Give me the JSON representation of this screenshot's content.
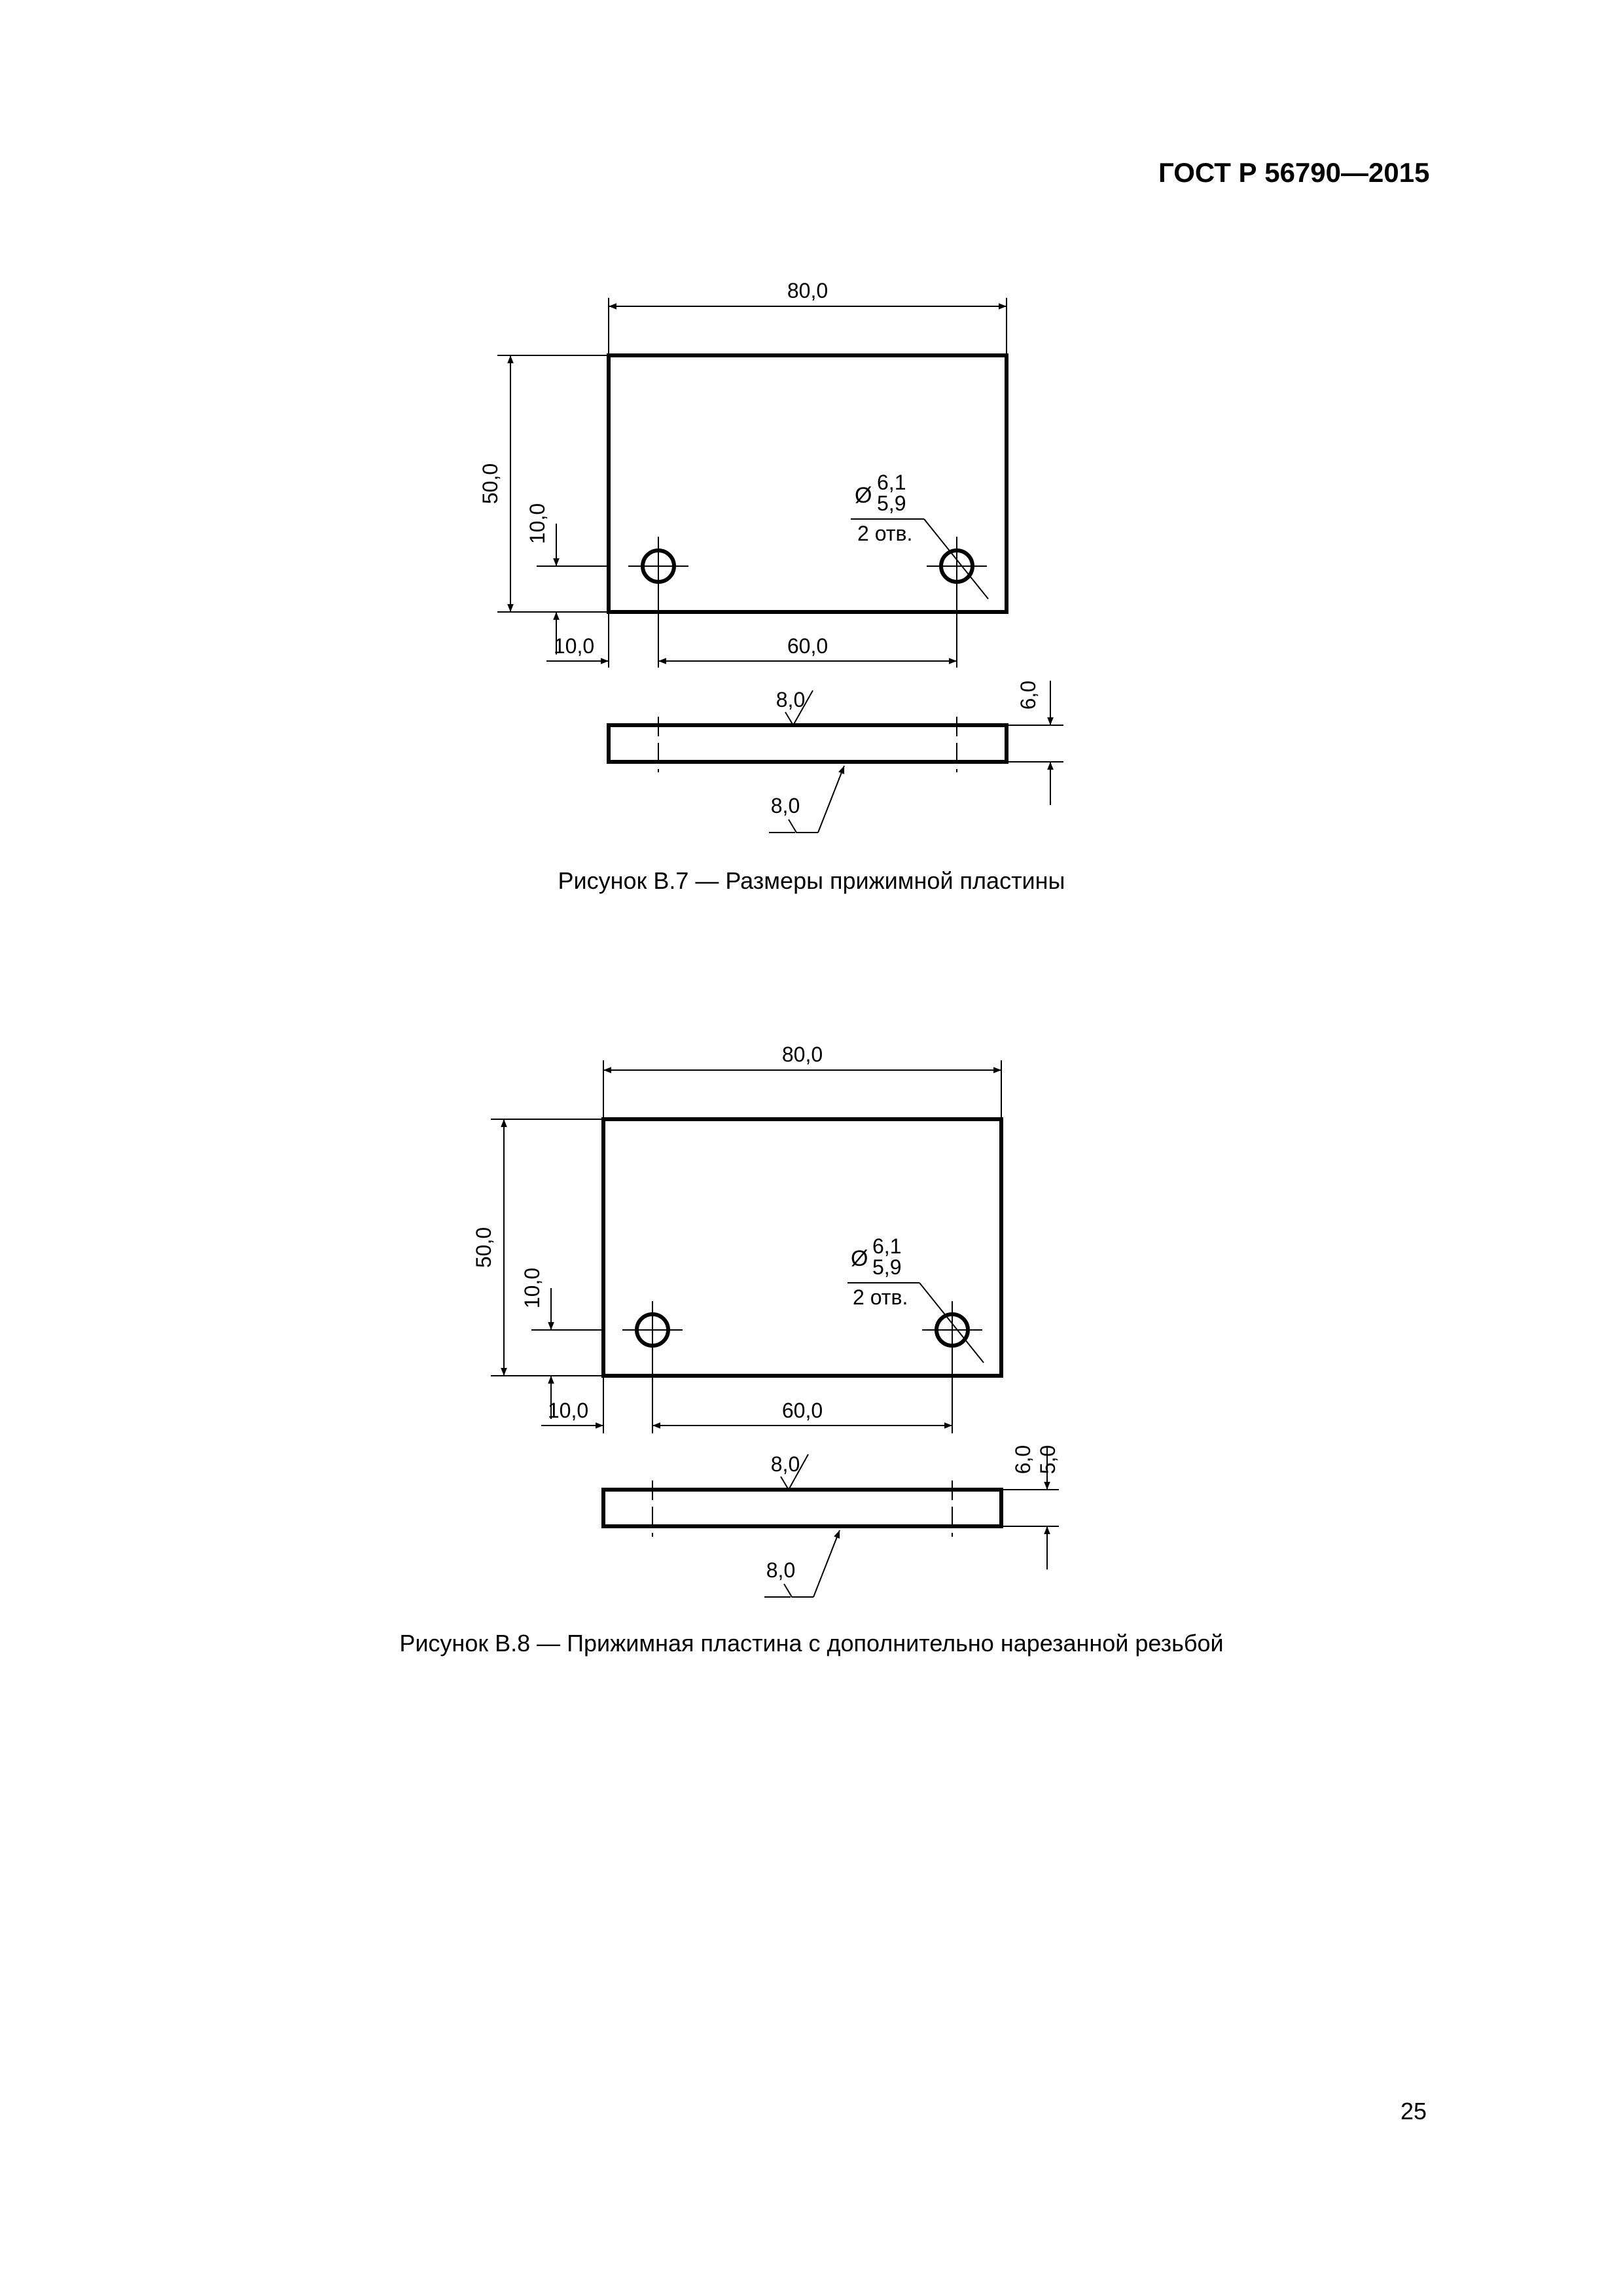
{
  "page": {
    "header": "ГОСТ Р 56790—2015",
    "page_number": "25"
  },
  "figures": [
    {
      "caption": "Рисунок В.7 — Размеры прижимной пластины",
      "dims": {
        "width": "80,0",
        "height": "50,0",
        "hole_offset_y": "10,0",
        "hole_offset_x": "10,0",
        "hole_spacing": "60,0",
        "hole_diameter_upper": "6,1",
        "hole_diameter_lower": "5,9",
        "hole_count": "2 отв.",
        "diameter_symbol": "Ø",
        "roughness_top": "8,0",
        "roughness_bottom": "8,0",
        "thickness": "6,0"
      }
    },
    {
      "caption": "Рисунок В.8 — Прижимная пластина с дополнительно нарезанной резьбой",
      "dims": {
        "width": "80,0",
        "height": "50,0",
        "hole_offset_y": "10,0",
        "hole_offset_x": "10,0",
        "hole_spacing": "60,0",
        "hole_diameter_upper": "6,1",
        "hole_diameter_lower": "5,9",
        "hole_count": "2 отв.",
        "diameter_symbol": "Ø",
        "roughness_top": "8,0",
        "roughness_bottom": "8,0",
        "thickness": "6,0",
        "thread_depth": "5,0"
      }
    }
  ]
}
